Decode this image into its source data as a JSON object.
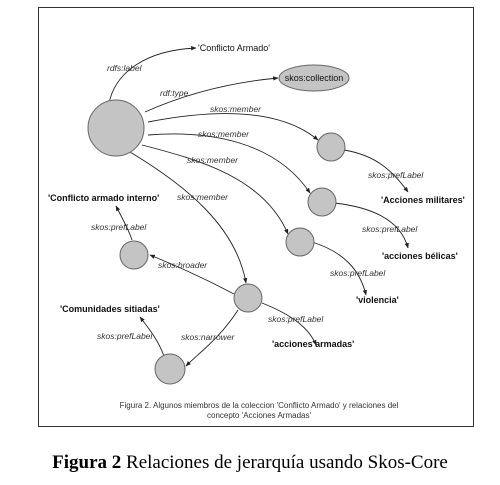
{
  "diagram": {
    "edge_labels": {
      "rdfs_label": "rdfs:label",
      "rdf_type": "rdf:type",
      "member1": "skos:member",
      "member2": "skos:member",
      "member3": "skos:member",
      "member4": "skos:member",
      "preflabel1": "skos:prefLabel",
      "preflabel2": "skos:prefLabel",
      "preflabel3": "skos:prefLabel",
      "preflabel4": "skos:prefLabel",
      "preflabel5": "skos:prefLabel",
      "preflabel6": "skos:prefLabel",
      "broader": "skos:broader",
      "narrower": "skos:narrower"
    },
    "literals": {
      "conflicto_armado": "'Conflicto Armado'",
      "acciones_militares": "'Acciones militares'",
      "acciones_belicas": "'acciones bélicas'",
      "violencia": "'violencia'",
      "conflicto_interno": "'Conflicto armado interno'",
      "comunidades_sitiadas": "'Comunidades sitiadas'",
      "acciones_armadas": "'acciones armadas'"
    },
    "class_node": "skos:collection",
    "inner_caption_line1": "Figura 2. Algunos miembros de la coleccion 'Conflicto Armado' y relaciones del",
    "inner_caption_line2": "concepto 'Acciones Armadas'"
  },
  "caption": {
    "label": "Figura 2",
    "text": " Relaciones de jerarquía usando Skos-Core"
  }
}
